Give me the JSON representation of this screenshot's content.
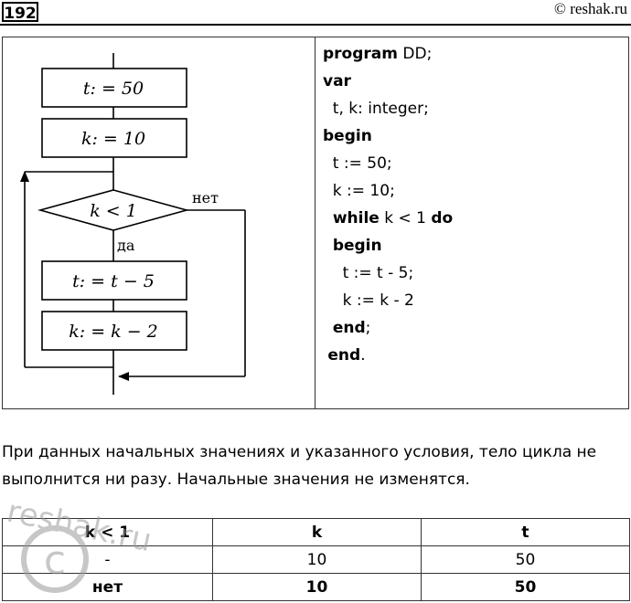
{
  "header": {
    "number": "192",
    "site": "© reshak.ru"
  },
  "flowchart": {
    "assign_t": "t: = 50",
    "assign_k": "k: = 10",
    "condition": "k < 1",
    "yes_label": "да",
    "no_label": "нет",
    "body_t": "t: = t − 5",
    "body_k": "k: = k − 2"
  },
  "code": {
    "l1_kw": "program",
    "l1_rest": " DD;",
    "l2_kw": "var",
    "l3": "  t, k: integer;",
    "l4_kw": "begin",
    "l5": "  t := 50;",
    "l6": "  k := 10;",
    "l7_kw1": "while",
    "l7_mid": " k < 1 ",
    "l7_kw2": "do",
    "l8_kw": "begin",
    "l9": "    t := t - 5;",
    "l10": "    k := k - 2",
    "l11_kw": "end",
    "l11_rest": ";",
    "l12_kw": "end",
    "l12_rest": "."
  },
  "answer_text": "При данных начальных значениях и указанного условия, тело цикла не выполнится ни разу. Начальные значения не изменятся.",
  "table": {
    "headers": [
      "k < 1",
      "k",
      "t"
    ],
    "rows": [
      [
        "-",
        "10",
        "50"
      ],
      [
        "нет",
        "10",
        "50"
      ]
    ]
  },
  "watermark": "reshak.ru"
}
